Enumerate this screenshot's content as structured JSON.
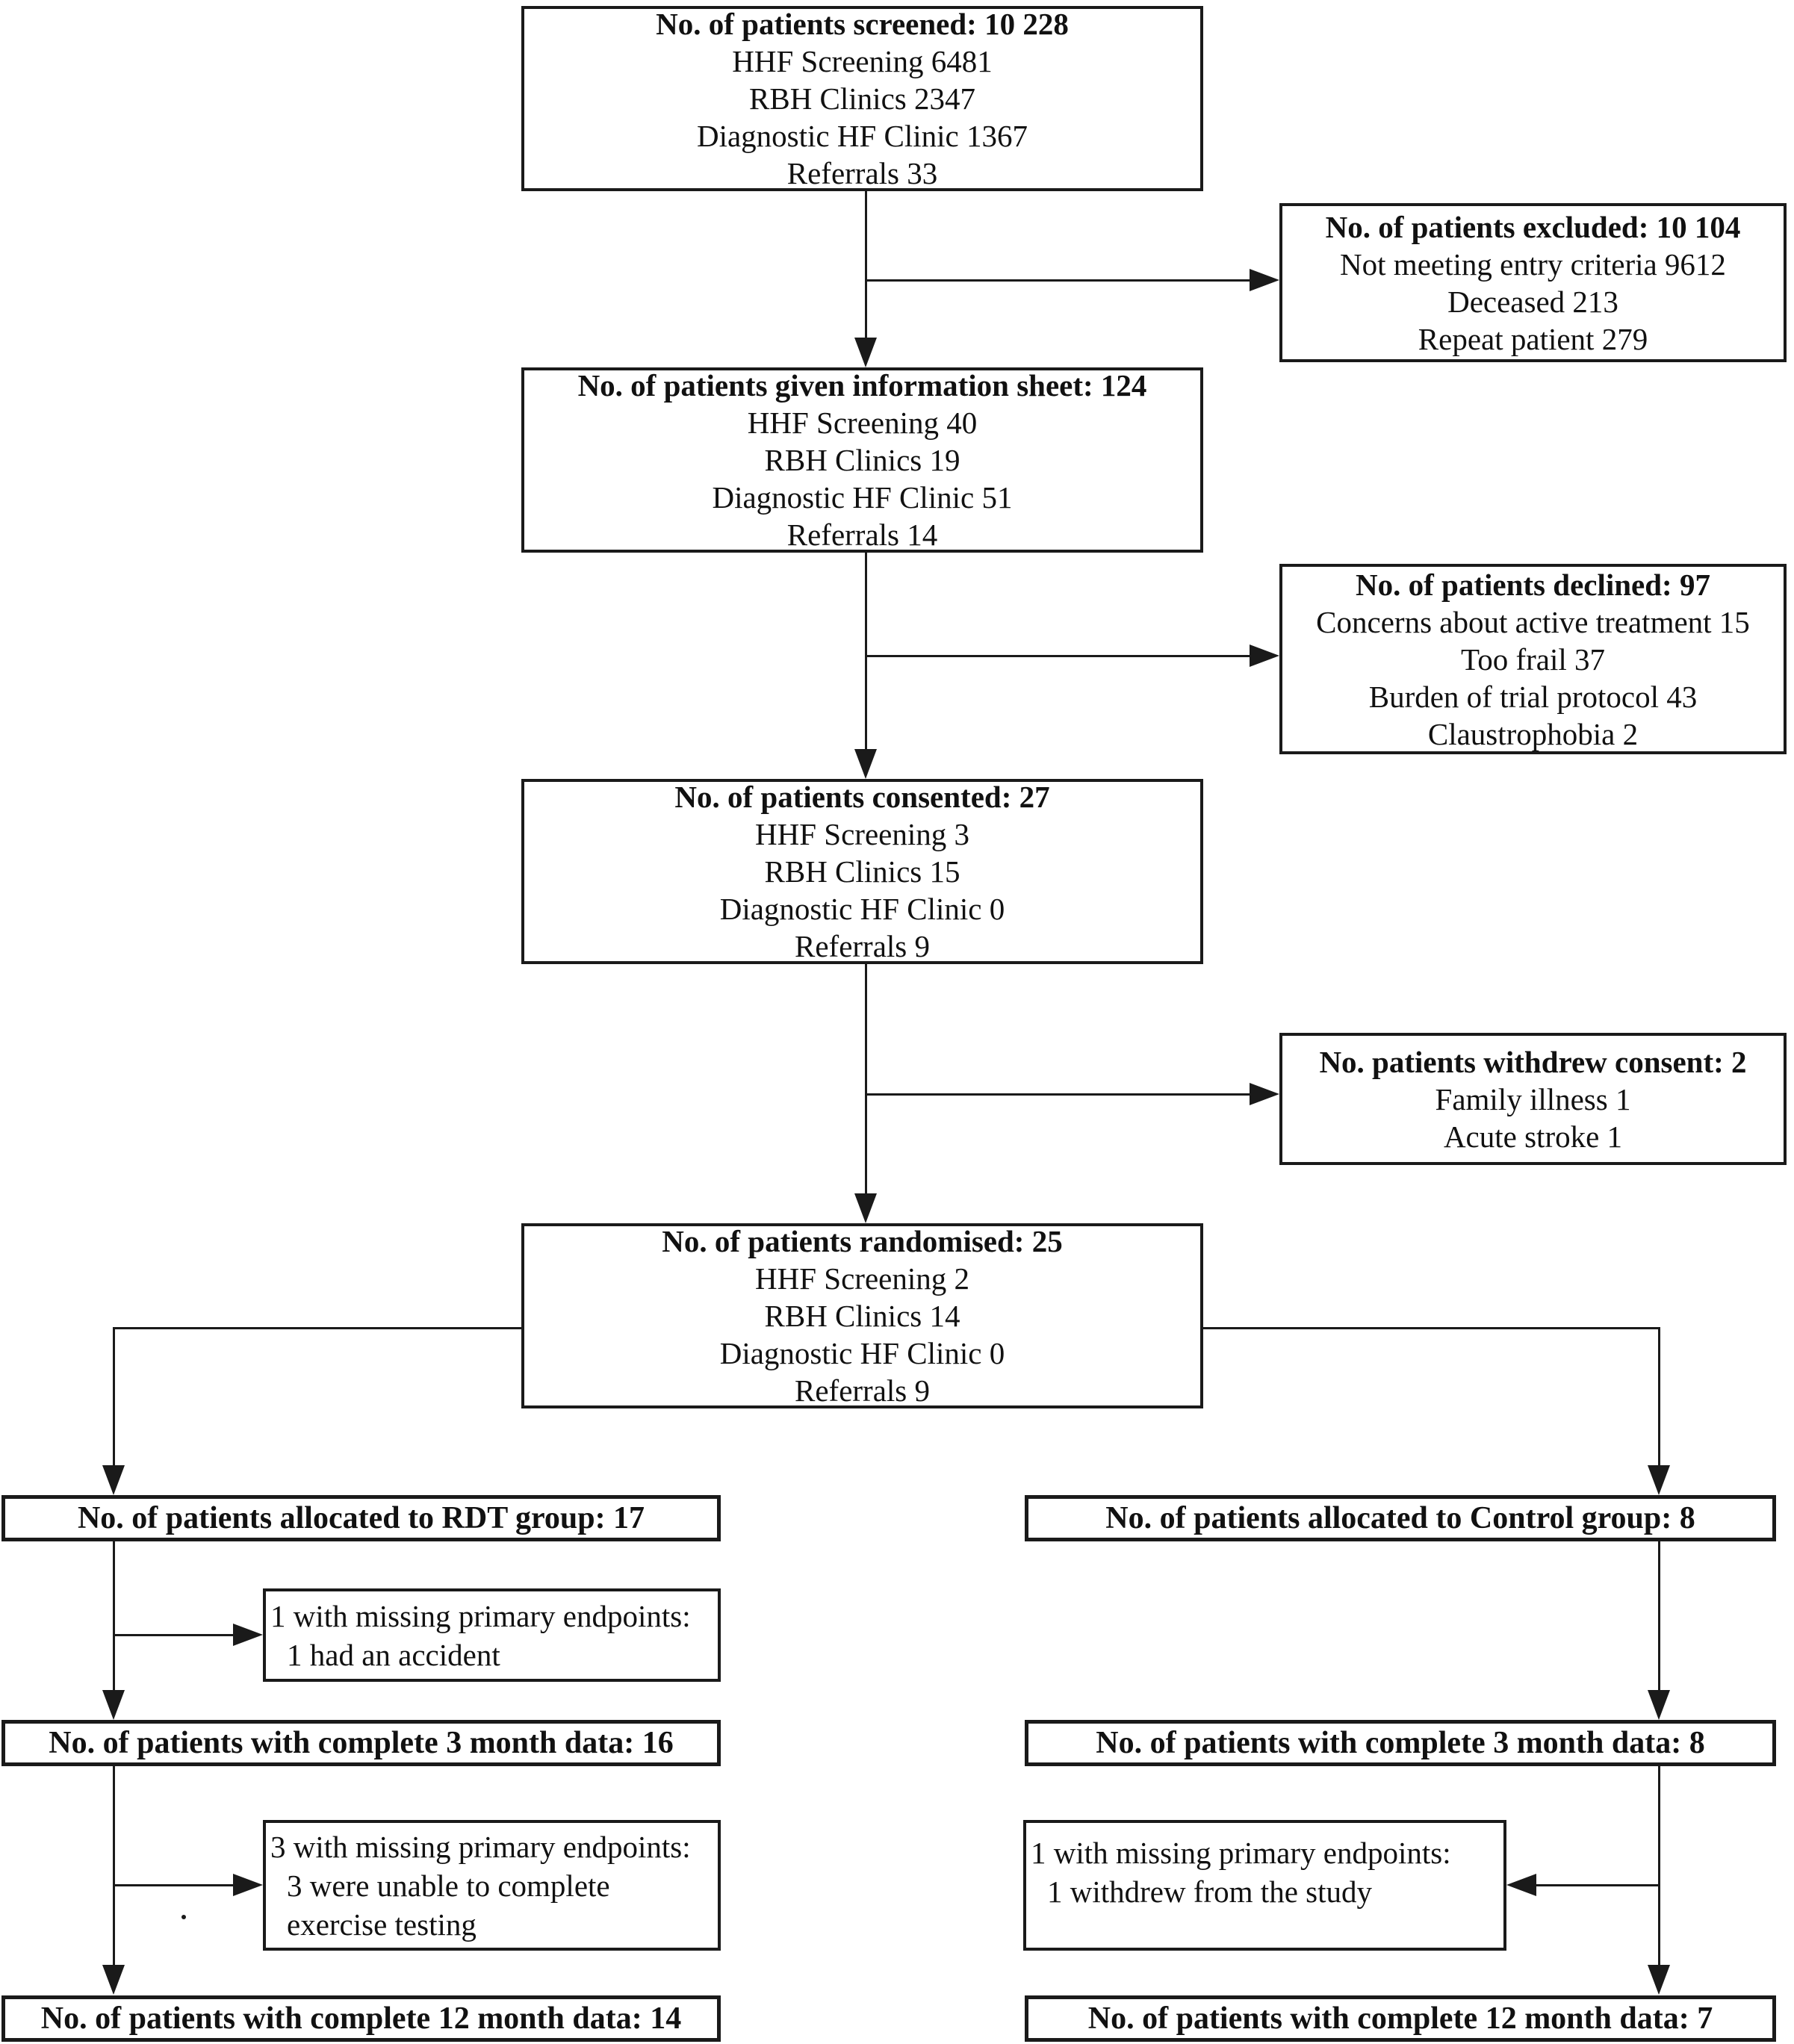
{
  "page": {
    "background_color": "#ffffff",
    "line_color": "#1a1a1a",
    "text_color": "#111111"
  },
  "boxes": {
    "screened": {
      "title": "No. of patients screened: 10 228",
      "lines": [
        "HHF Screening 6481",
        "RBH Clinics 2347",
        "Diagnostic HF Clinic 1367",
        "Referrals 33"
      ]
    },
    "excluded": {
      "title": "No. of patients excluded: 10 104",
      "lines": [
        "Not meeting entry criteria 9612",
        "Deceased 213",
        "Repeat patient 279"
      ]
    },
    "info_sheet": {
      "title": "No. of patients given information sheet: 124",
      "lines": [
        "HHF Screening 40",
        "RBH Clinics 19",
        "Diagnostic HF Clinic 51",
        "Referrals 14"
      ]
    },
    "declined": {
      "title": "No. of patients declined: 97",
      "lines": [
        "Concerns about active treatment 15",
        "Too frail 37",
        "Burden of trial protocol 43",
        "Claustrophobia 2"
      ]
    },
    "consented": {
      "title": "No. of patients consented: 27",
      "lines": [
        "HHF Screening 3",
        "RBH Clinics 15",
        "Diagnostic HF Clinic 0",
        "Referrals 9"
      ]
    },
    "withdrew_consent": {
      "title": "No. patients withdrew consent: 2",
      "lines": [
        "Family illness 1",
        "Acute stroke 1"
      ]
    },
    "randomised": {
      "title": "No. of patients randomised: 25",
      "lines": [
        "HHF Screening 2",
        "RBH Clinics 14",
        "Diagnostic HF Clinic 0",
        "Referrals 9"
      ]
    },
    "rdt_allocated": {
      "title": "No. of patients allocated to RDT group: 17"
    },
    "rdt_missing_3m": {
      "lines": [
        "1 with missing primary endpoints:",
        "1 had an accident"
      ]
    },
    "rdt_complete_3m": {
      "title": "No. of patients with complete 3 month data: 16"
    },
    "rdt_missing_12m": {
      "lines": [
        "3 with missing primary endpoints:",
        "3 were unable to complete",
        "exercise testing"
      ]
    },
    "rdt_complete_12m": {
      "title": "No. of patients with complete 12 month data: 14"
    },
    "control_allocated": {
      "title": "No. of patients allocated to Control group: 8"
    },
    "control_complete_3m": {
      "title": "No. of patients with complete 3 month data: 8"
    },
    "control_missing_12m": {
      "lines": [
        "1 with missing primary endpoints:",
        "1 withdrew from the study"
      ]
    },
    "control_complete_12m": {
      "title": "No. of patients with complete 12 month data: 7"
    }
  }
}
